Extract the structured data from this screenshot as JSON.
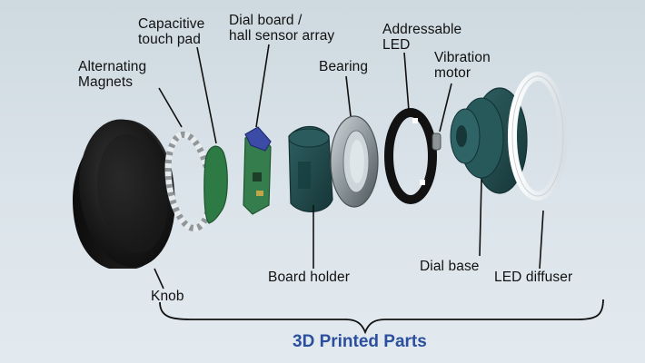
{
  "labels": {
    "capacitive_touch_pad": [
      "Capacitive",
      "touch pad"
    ],
    "dial_board": [
      "Dial board /",
      "hall sensor array"
    ],
    "addressable_led": [
      "Addressable",
      "LED"
    ],
    "alternating_magnets": [
      "Alternating",
      "Magnets"
    ],
    "vibration_motor": [
      "Vibration",
      "motor"
    ],
    "bearing": "Bearing",
    "board_holder": "Board holder",
    "dial_base": "Dial base",
    "led_diffuser": "LED diffuser",
    "knob": "Knob"
  },
  "group_label": "3D Printed Parts",
  "colors": {
    "label_text": "#111111",
    "group_label": "#2b4f9e",
    "leader_lines": "#111111",
    "knob": "#151515",
    "pcb_green": "#2e7a46",
    "part_teal": "#1f4a4c",
    "bearing_silver": "#9aa3a8",
    "diffuser": "#f2f5f7"
  }
}
